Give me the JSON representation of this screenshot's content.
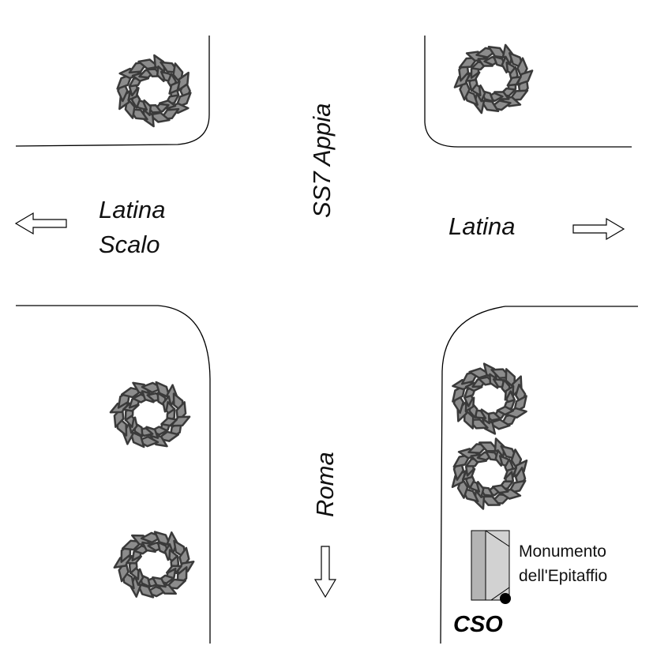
{
  "labels": {
    "road_north": "SS7 Appia",
    "west_line1": "Latina",
    "west_line2": "Scalo",
    "east": "Latina",
    "south": "Roma",
    "monument_line1": "Monumento",
    "monument_line2": "dell'Epitaffio",
    "cso": "CSO"
  },
  "icons": {
    "tree": "tree-icon",
    "arrow_west": "arrow-left-icon",
    "arrow_east": "arrow-right-icon",
    "arrow_south": "arrow-down-icon",
    "monument": "monument-icon",
    "station_marker": "dot-icon"
  },
  "colors": {
    "leaf_fill": "#8c8c8c",
    "leaf_stroke": "#3a3a3a",
    "monument_dark": "#b4b4b4",
    "monument_light": "#d2d2d2"
  }
}
